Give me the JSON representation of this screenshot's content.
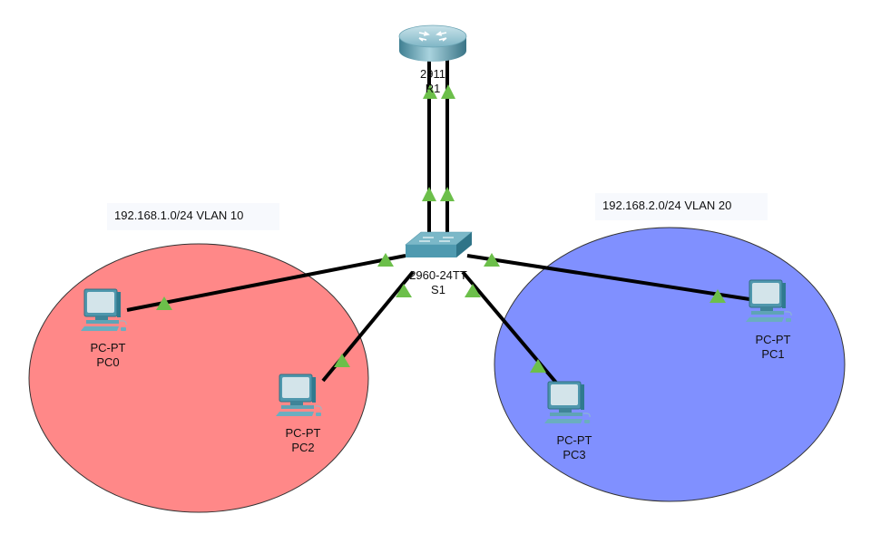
{
  "title": "Packet Tracer topology: router-on-a-stick with two VLANs",
  "notes": [
    {
      "id": "vlan10",
      "text": "192.168.1.0/24 VLAN 10",
      "color": "#ff8888"
    },
    {
      "id": "vlan20",
      "text": "192.168.2.0/24 VLAN 20",
      "color": "#8090ff"
    }
  ],
  "devices": {
    "r1": {
      "model": "2911",
      "name": "R1",
      "type": "router"
    },
    "s1": {
      "model": "2960-24TT",
      "name": "S1",
      "type": "switch"
    },
    "pc0": {
      "model": "PC-PT",
      "name": "PC0",
      "type": "pc",
      "vlan": 10
    },
    "pc1": {
      "model": "PC-PT",
      "name": "PC1",
      "type": "pc",
      "vlan": 20
    },
    "pc2": {
      "model": "PC-PT",
      "name": "PC2",
      "type": "pc",
      "vlan": 10
    },
    "pc3": {
      "model": "PC-PT",
      "name": "PC3",
      "type": "pc",
      "vlan": 20
    }
  },
  "links": [
    {
      "from": "r1",
      "to": "s1",
      "status": "up"
    },
    {
      "from": "r1",
      "to": "s1",
      "status": "up"
    },
    {
      "from": "s1",
      "to": "pc0",
      "status": "up"
    },
    {
      "from": "s1",
      "to": "pc2",
      "status": "up"
    },
    {
      "from": "s1",
      "to": "pc3",
      "status": "up"
    },
    {
      "from": "s1",
      "to": "pc1",
      "status": "up"
    }
  ],
  "colors": {
    "link": "#000000",
    "link_up_indicator": "#6cbf4a",
    "vlan10_area": "#ff8888",
    "vlan20_area": "#8090ff",
    "device": "#4a9ab0"
  }
}
